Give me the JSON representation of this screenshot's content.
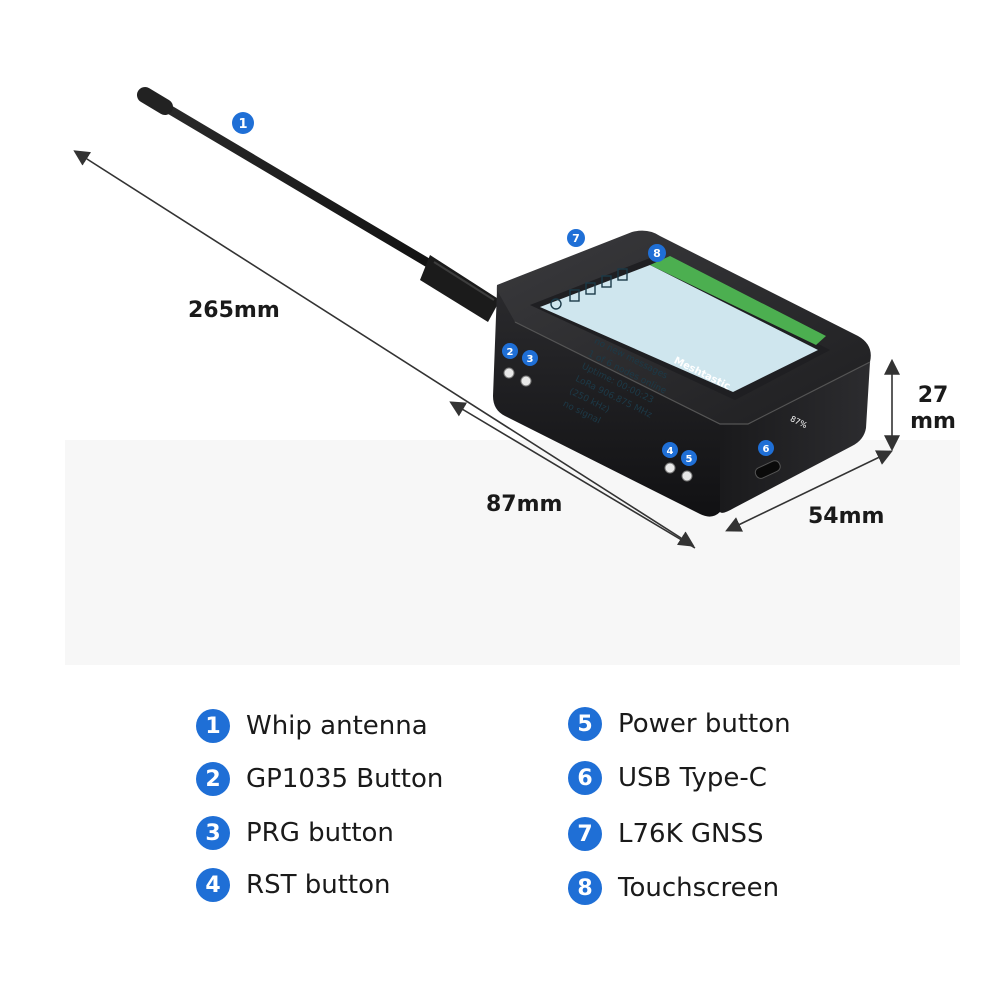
{
  "dimensions": {
    "length": "265mm",
    "width": "87mm",
    "depth": "54mm",
    "height_value": "27",
    "height_unit": "mm"
  },
  "callouts": [
    "1",
    "2",
    "3",
    "4",
    "5",
    "6",
    "7",
    "8"
  ],
  "screen": {
    "header": "Meshtastic",
    "battery": "87%",
    "line1": "no new messages",
    "line2": "1 of 6 nodes online",
    "line3": "Uptime: 00:00:23",
    "line4": "LoRa 906.875 MHz",
    "line5": "(250 kHz)",
    "line6": "no signal"
  },
  "legend": [
    {
      "number": "1",
      "label": "Whip antenna"
    },
    {
      "number": "2",
      "label": "GP1035 Button"
    },
    {
      "number": "3",
      "label": "PRG button"
    },
    {
      "number": "4",
      "label": "RST button"
    },
    {
      "number": "5",
      "label": "Power button"
    },
    {
      "number": "6",
      "label": "USB Type-C"
    },
    {
      "number": "7",
      "label": "L76K GNSS"
    },
    {
      "number": "8",
      "label": "Touchscreen"
    }
  ],
  "colors": {
    "accent": "#1f6fd6",
    "device_body": "#1c1c1e",
    "screen_bg": "#cfe6ee",
    "screen_header": "#4caf50"
  }
}
